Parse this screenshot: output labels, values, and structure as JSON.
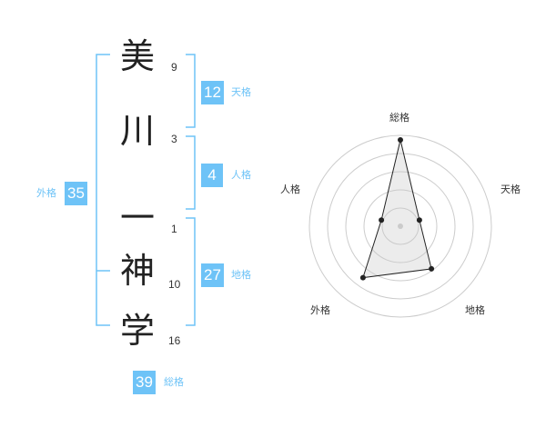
{
  "name": {
    "chars": [
      {
        "char": "美",
        "strokes": "9"
      },
      {
        "char": "川",
        "strokes": "3"
      },
      {
        "char": "一",
        "strokes": "1"
      },
      {
        "char": "神",
        "strokes": "10"
      },
      {
        "char": "学",
        "strokes": "16"
      }
    ]
  },
  "fortune": {
    "tenkaku": {
      "label": "天格",
      "value": "12"
    },
    "jinkaku": {
      "label": "人格",
      "value": "4"
    },
    "chikaku": {
      "label": "地格",
      "value": "27"
    },
    "gaikaku": {
      "label": "外格",
      "value": "35"
    },
    "soukaku": {
      "label": "総格",
      "value": "39"
    }
  },
  "colors": {
    "accent": "#6ec3f7",
    "text": "#222222",
    "grid": "#cccccc"
  },
  "chart_data": {
    "type": "radar",
    "axes": [
      "総格",
      "天格",
      "地格",
      "外格",
      "人格"
    ],
    "values": [
      0.95,
      0.22,
      0.58,
      0.7,
      0.22
    ],
    "rings": 5,
    "grid": true
  }
}
